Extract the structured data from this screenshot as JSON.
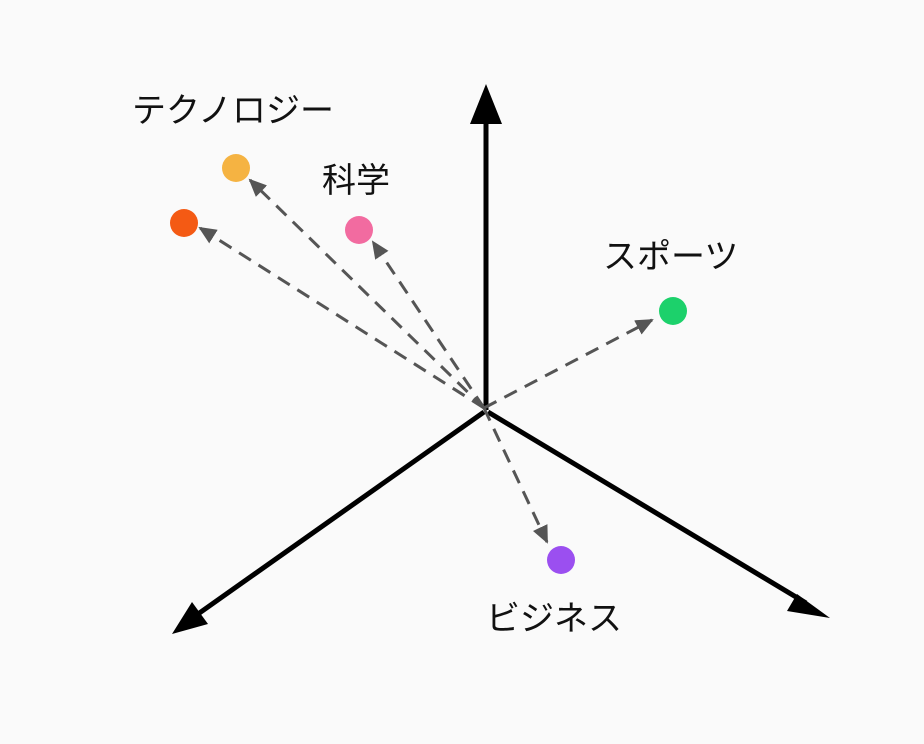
{
  "diagram": {
    "labels": {
      "technology": "テクノロジー",
      "science": "科学",
      "sports": "スポーツ",
      "business": "ビジネス"
    },
    "points": [
      {
        "name": "technology-orange",
        "color": "#f5b342"
      },
      {
        "name": "technology-red",
        "color": "#f45a14"
      },
      {
        "name": "science",
        "color": "#f26ba0"
      },
      {
        "name": "sports",
        "color": "#1cd16b"
      },
      {
        "name": "business",
        "color": "#9b4ff0"
      }
    ],
    "colors": {
      "axis": "#000000",
      "vector": "#555555"
    }
  }
}
